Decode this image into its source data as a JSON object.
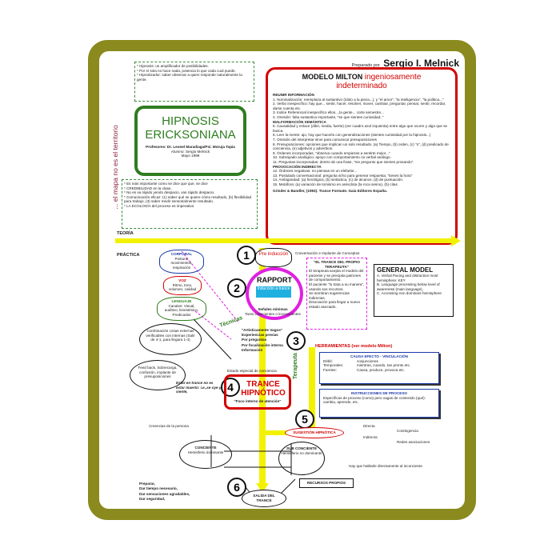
{
  "author": {
    "prefix": "Preparado por",
    "name": "Sergio I. Melnick"
  },
  "side_title": "... el mapa no es el territorio",
  "top_note": {
    "lines": [
      "* Hipnosis: un amplificador de posibilidades.",
      "* Por sí sola no hace nada, potencia lo que cada cual puede.",
      "* Hipnotizador: saber observar a quien responde naturalmente la gente."
    ]
  },
  "title_box": {
    "line1": "HIPNOSIS",
    "line2": "ERICKSONIANA",
    "professors": "Profesores: Dr. Leonel Maradiaga/Psi. Moruja Tapia",
    "student": "Alumno: Sergio Melnick",
    "date": "Mayo 1999"
  },
  "notes_box": {
    "lines": [
      "* Es más importante como se dice que que, se dice",
      "* CREDIBILIDAD en la clase,",
      "* No es va rápido yendo despacio, vas rápido despacio.",
      "* Comunicación eficaz: (1) saber qué se quiere cómo resultado, (b) flexibilidad para trabajo, (3) saber medir sensorialmente resultado.",
      "* LA ECOLOGÍA del proceso es imperativa"
    ]
  },
  "milton": {
    "title": "MODELO MILTON",
    "subtitle1": "ingeniosamente",
    "subtitle2": "indeterminado",
    "sections": [
      {
        "head": "REUNIR INFORMACIÓN",
        "items": [
          "1. Nominalización: reemplaza al sustantivo (ídolo a la pieza...), y \"el amor\", \"la inteligencia\", \"la política...\"",
          "2. Verbo inespecífico: hay que... sentir, hacer, resolver, mover, cambiar, preguntar, pensar, sentir, recordar, darse cuenta etc.",
          "3. Indice Referencial inespecífico ellos...,la gente... corte semestre...",
          "4. Omisión: falta sustantivo importante, \"se que sientes curiosidad..\""
        ]
      },
      {
        "head": "MALFORMACIÓN SEMÁNTICA",
        "items": [
          "5. Causalidad y enlace (dibri, media, fuerte) (ver cuadro azul izquierda) entre algo que ocurre y algo que se busca.",
          "6. Leer la mente: ajo, hay que hacerlo con generalizaciones (sientes curiosidad por la hipnosis...)",
          "7. Omisión del interpretar sirve para comunicar presuposiciones"
        ]
      },
      {
        "head": "",
        "items": [
          "8. Presuposiciones: opciones que implican un solo resultado. (a) Tiempo, (b) orden, (c) \"o\", (d) predicado de conciencia, (e) adjetivos y adverbios.",
          "9. Órdenes incorporadas, \"observa cuando empiezas a sentirte mejor...\"",
          "10. Subrayado analógico: apoyo con comportamiento no verbal análogo.",
          "11. Preguntas incorporadas: dentro de una frase, \"me pregunto que sientes prosando\"."
        ]
      },
      {
        "head": "PROVOCACIÓN INDIRECTA",
        "items": [
          "12. Órdenes negativas: no piensas en un elefante...",
          "13. Postulado conversacional: pregunta sí/no para generar respuesta, \"tienes la hora\"",
          "14. Ambigüedad: (a) fonológica, (b) sintáctica, (c) de alcance, (d) de puntuación.",
          "15. Metáfora: (a) variación de tomismo en anécdota (la roca sesno), (b) citas"
        ]
      }
    ],
    "footer": "Grinder & Bandler, (1993). Trance Formate. Gaia Editores España."
  },
  "labels": {
    "teoria": "TEORÍA",
    "practica": "PRÁCTICA",
    "tecnicas": "Técnicas",
    "terapeuta": "Terapeuta"
  },
  "steps": [
    {
      "num": "1",
      "label": "Pre inducción",
      "note": "Conversación e Implante de Conceptos"
    },
    {
      "num": "2",
      "label": "RAPPORT",
      "inner": "Inducción a trance",
      "signals": "Señales mínimas",
      "signals2": "Tanto conscientes o inconscientes"
    },
    {
      "num": "3",
      "items": [
        "\"Artísticamente Vagos\"",
        "Experiencias previas",
        "Por preguntas",
        "Por focalización interna",
        "Información"
      ]
    },
    {
      "num": "4",
      "label": "TRANCE HIPNÓTICO",
      "sub": "\"Foco interno de atención\"",
      "top": "Estado especial de conciencia"
    },
    {
      "num": "5",
      "label": "SUGESTIÓN HIPNÓTICA"
    },
    {
      "num": "6",
      "label": "SALIDA DEL TRANCE"
    }
  ],
  "corporal": {
    "title": "CORPORAL",
    "items": [
      "Postura,",
      "movimientos,",
      "respiración"
    ]
  },
  "voz": {
    "title": "VOZ",
    "items": [
      "Ritmo, tono,",
      "volumen, calidad"
    ]
  },
  "lenguaje": {
    "title": "LENGUAJE",
    "items": [
      "Canales: Visual,",
      "auditivo, kinestésico,",
      "Predicados"
    ]
  },
  "combinacion": "Combinación cosas externas verificables con internas (Salir de 4-1, para llegara 1-4)",
  "feedback": "Feed back, Sobrecarga, confusión, implante de presuposiciones",
  "estar_trance": "Estar en trance no es estar muerto: i.e.,se oye y siente,",
  "trance_box": {
    "title": "\"EL TRANCE DEL PROPIO TERAPEUTA\"",
    "items": [
      "El terapeuta acepta el modelo del paciente y se precipita patrones de comportamiento.",
      "El paciente \"lo trata a su manera\", usando sus recursos.",
      "Se sembran sugerencias indirectas.",
      "Disociación para llegar a nuevo estado asociado."
    ]
  },
  "general_model": {
    "title": "GENERAL MODEL",
    "items": [
      "A. Verbal Pacing and distraction most hemisphere: KEY",
      "B. Language processing below level of awareness (main language),",
      "C. Accessing non dominant hemisphere"
    ]
  },
  "herramientas": "HERRAMIENTAS (ver modelo Milton)",
  "causa_efecto": {
    "title": "CAUSA EFECTO - VINCULACIÓN",
    "rows": [
      [
        "Débil:",
        "conjunciones"
      ],
      [
        "Temporales:",
        "mientras, cuando, tan pronto etc."
      ],
      [
        "Fuertes:",
        "Causa, produce, provoca etc."
      ]
    ]
  },
  "instrucciones": {
    "title": "INSTRUCCIONES DE PROCESO",
    "text": "Específicas de proceso (como) pero vagas de contenido (qué): cambia, aprende, etc."
  },
  "creencias": "Creencias de la persona",
  "consciente": {
    "title": "CONCIENTE",
    "sub": "Hemisferio dominante"
  },
  "subconsciente": {
    "title": "SUB CONCIENTE",
    "sub": "Hemisferio no dominante"
  },
  "directa": "Directa",
  "indirecta": "Indirecta",
  "contingencia": "Contingencia",
  "redes": "Redes asociaciones",
  "hablarle": "Hay que hablarle directamente al inconciente",
  "recursos": "RECURSOS PROPIOS",
  "salida_list": [
    "Preparar,",
    "Dar tiempo necesario,",
    "Dar sensaciones agradables,",
    "Dar seguridad,"
  ],
  "colors": {
    "frame": "#8a8a1e",
    "yellow": "#f2f200",
    "red": "#d40000",
    "green": "#2e7d1f",
    "blue": "#1b3aa8",
    "magenta": "#e020e0"
  }
}
